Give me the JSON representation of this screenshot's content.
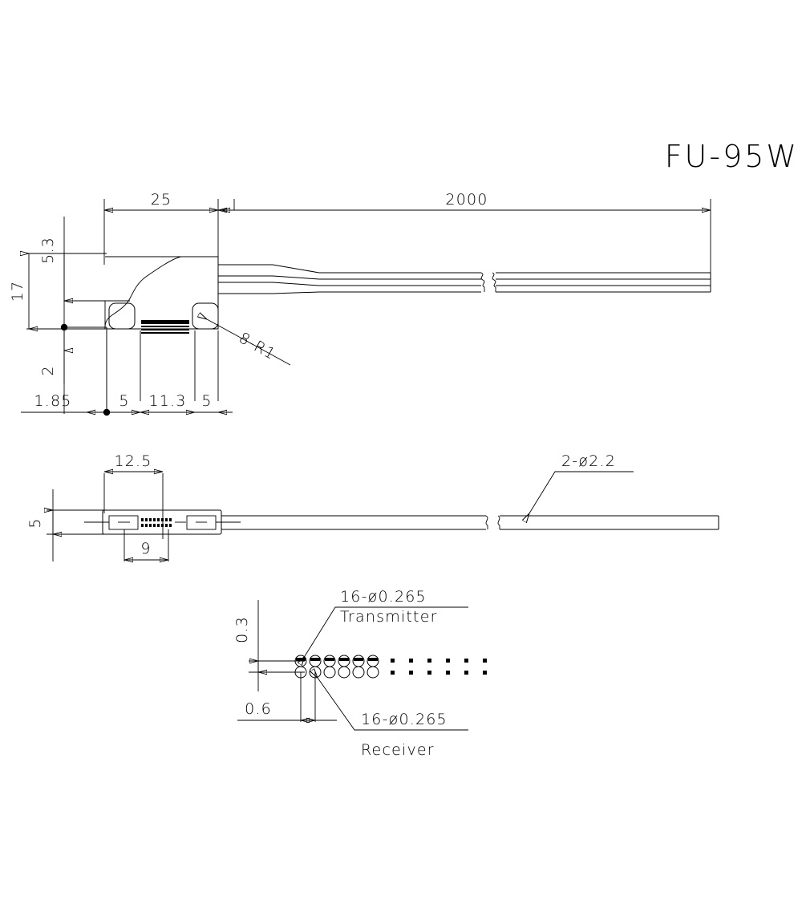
{
  "drawing": {
    "title": "FU-95W",
    "background_color": "#ffffff",
    "line_color": "#000000"
  },
  "views": {
    "top": {
      "name": "top-view",
      "dimensions": {
        "overall_cable_length": "2000",
        "body_length": "25",
        "body_width": "17",
        "offset_top": "5.3",
        "offset_bottom": "2",
        "left_edge": "1.85",
        "hole_pitch_left": "5",
        "center_span": "11.3",
        "hole_pitch_right": "5"
      },
      "callouts": [
        {
          "label": "8-R1"
        }
      ]
    },
    "side": {
      "name": "side-view",
      "dimensions": {
        "window_length": "12.5",
        "body_height": "5",
        "fiber_array_length": "9"
      },
      "callouts": [
        {
          "label": "2-ø2.2"
        }
      ]
    },
    "detail": {
      "name": "fiber-detail-view",
      "dimensions": {
        "row_gap": "0.3",
        "fiber_pitch": "0.6"
      },
      "callouts": [
        {
          "label": "16-ø0.265",
          "sub": "Transmitter"
        },
        {
          "label": "16-ø0.265",
          "sub": "Receiver"
        }
      ],
      "fiber_count_visible": 6,
      "fiber_dots_visible": 6
    }
  }
}
